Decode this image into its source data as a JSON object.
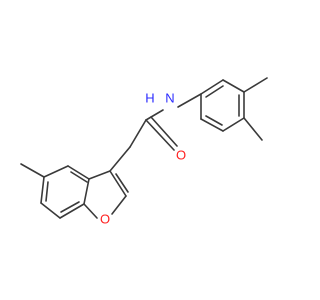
{
  "molecule": {
    "atoms": {
      "nh": "N",
      "nh_h": "H",
      "carbonyl_o": "O",
      "furan_o": "O"
    },
    "colors": {
      "bond": "#3a3a3a",
      "nitrogen": "#2c2cff",
      "oxygen": "#ff2020"
    }
  }
}
